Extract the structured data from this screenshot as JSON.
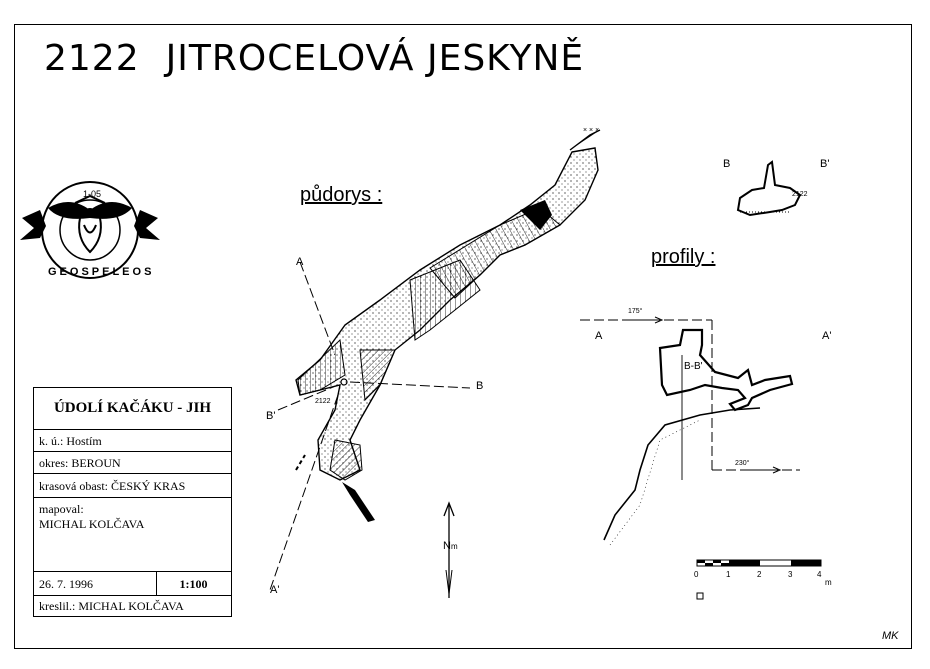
{
  "title": {
    "number": "2122",
    "name": "JITROCELOVÁ JESKYNĚ"
  },
  "headings": {
    "plan": "půdorys :",
    "profiles": "profily :"
  },
  "logo": {
    "ring_text": "GEOSPELEOS",
    "code": "1-05"
  },
  "section_labels": {
    "a": "A",
    "a_prime": "A'",
    "b": "B",
    "b_prime": "B'",
    "bb_profile": "B-B'",
    "profile_b": "B",
    "profile_b_prime": "B'",
    "profile_a": "A",
    "profile_a_prime": "A'"
  },
  "entrance_label": "2122",
  "bb_entrance_label": "2122",
  "bearings": {
    "upper": "175°",
    "lower": "230°"
  },
  "north": {
    "label": "N",
    "sub": "m"
  },
  "scale": {
    "ticks": [
      "0",
      "1",
      "2",
      "3",
      "4"
    ],
    "unit": "m"
  },
  "info": {
    "region": "ÚDOLÍ KAČÁKU - JIH",
    "cadastre": "k. ú.: Hostím",
    "district": "okres: BEROUN",
    "karst_area": "krasová obast: ČESKÝ KRAS",
    "surveyed_label": "mapoval:",
    "surveyed_by": "MICHAL KOLČAVA",
    "date": "26. 7. 1996",
    "map_scale": "1:100",
    "drawn": "kreslil.: MICHAL KOLČAVA"
  },
  "signature": "MK"
}
